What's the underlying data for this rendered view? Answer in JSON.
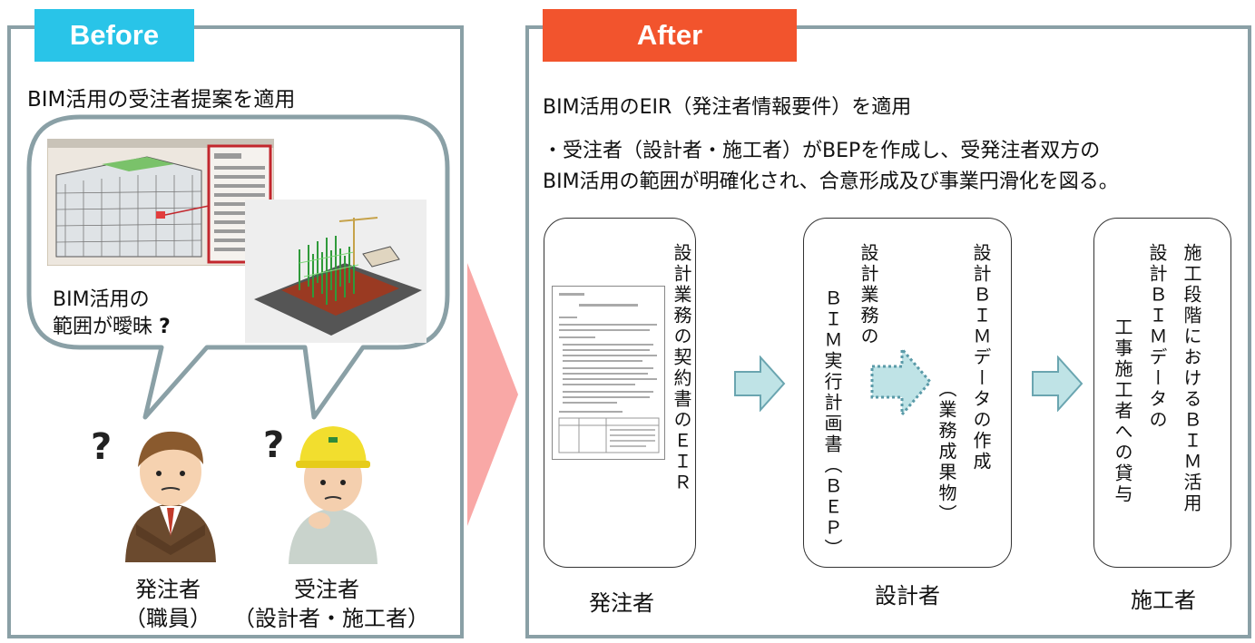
{
  "before": {
    "tag": "Before",
    "heading": "BIM活用の受注者提案を適用",
    "bubble_line1": "BIM活用の",
    "bubble_line2": "範囲が曖昧",
    "bubble_q": "?",
    "person_q": "?",
    "orderer_line1": "発注者",
    "orderer_line2": "（職員）",
    "contractor_line1": "受注者",
    "contractor_line2": "（設計者・施工者）"
  },
  "after": {
    "tag": "After",
    "heading": "BIM活用のEIR（発注者情報要件）を適用",
    "line1": "・受注者（設計者・施工者）がBEPを作成し、受発注者双方の",
    "line2": "BIM活用の範囲が明確化され、合意形成及び事業円滑化を図る。",
    "card1": {
      "col1": "設計業務の契約書のＥＩＲ",
      "label": "発注者"
    },
    "card2": {
      "col1": "設計ＢＩＭデータの作成",
      "col2": "（業務成果物）",
      "col3": "設計業務の",
      "col4": "ＢＩＭ実行計画書（ＢＥＰ）",
      "label": "設計者"
    },
    "card3": {
      "col1": "施工段階におけるＢＩＭ活用",
      "col2": "設計ＢＩＭデータの",
      "col3": "工事施工者への貸与",
      "label": "施工者"
    }
  },
  "colors": {
    "before_tag": "#29c4e8",
    "after_tag": "#f2542d",
    "panel_border": "#8aa0a6",
    "big_arrow": "#f9a8a6",
    "flow_arrow_fill": "#bfe3e6",
    "flow_arrow_stroke": "#6aa5b0"
  }
}
